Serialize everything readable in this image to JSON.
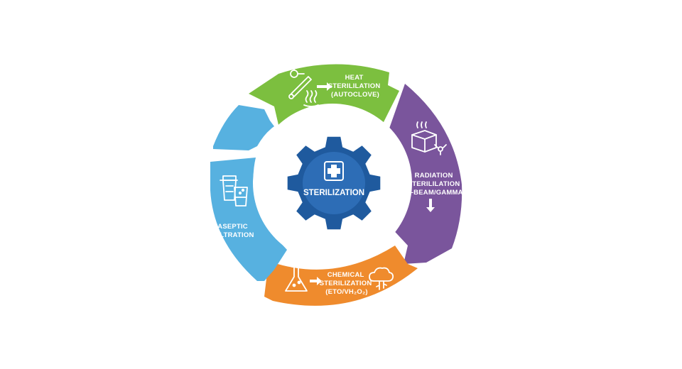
{
  "center": {
    "label": "STERILIZATION"
  },
  "segments": [
    {
      "id": "heat",
      "lines": [
        "HEAT",
        "STERILILATION",
        "(AUTOCLOVE)"
      ],
      "color": "#7cbf3f"
    },
    {
      "id": "radiation",
      "lines": [
        "RADIATION",
        "STERILILATION",
        "(E-BEAM/GAMMA)"
      ],
      "color": "#7a559c"
    },
    {
      "id": "chemical",
      "lines": [
        "CHEMICAL",
        "STERILIZATION",
        "(ETO/VH₂O₂)"
      ],
      "color": "#ef8b2d"
    },
    {
      "id": "aseptic",
      "lines": [
        "ASEPTIC",
        "FILTRATION"
      ],
      "color": "#57b1e0"
    }
  ],
  "colors": {
    "gear": "#1f5a9e",
    "gear_inner": "#2d6db6",
    "background": "#ffffff"
  }
}
